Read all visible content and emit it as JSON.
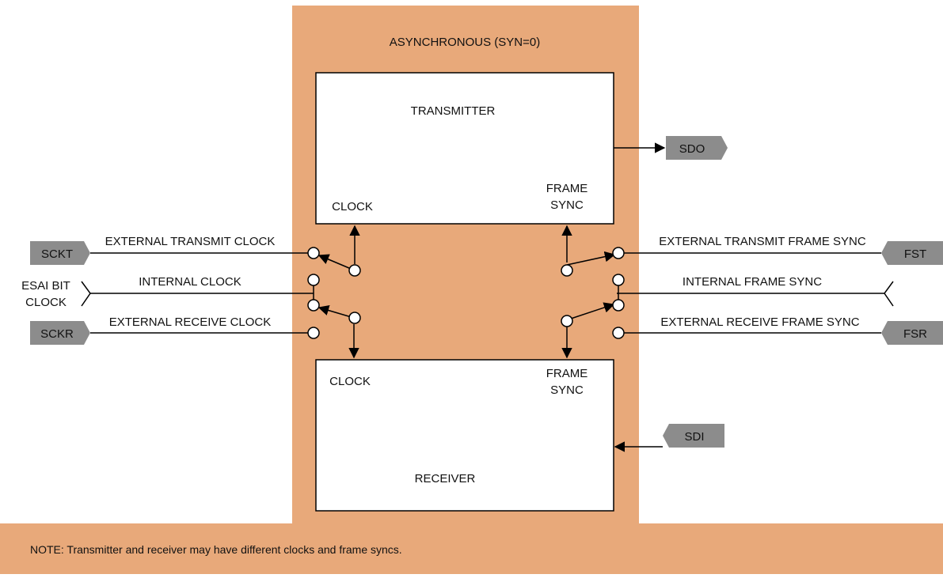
{
  "diagram": {
    "title": "ASYNCHRONOUS (SYN=0)",
    "transmitter": {
      "label": "TRANSMITTER",
      "clock": "CLOCK",
      "frame_sync_line1": "FRAME",
      "frame_sync_line2": "SYNC"
    },
    "receiver": {
      "label": "RECEIVER",
      "clock": "CLOCK",
      "frame_sync_line1": "FRAME",
      "frame_sync_line2": "SYNC"
    },
    "pins": {
      "sdo": "SDO",
      "sdi": "SDI",
      "sckt": "SCKT",
      "sckr": "SCKR",
      "fst": "FST",
      "fsr": "FSR",
      "esai_bit_line1": "ESAI BIT",
      "esai_bit_line2": "CLOCK"
    },
    "signals": {
      "ext_tx_clock": "EXTERNAL TRANSMIT CLOCK",
      "int_clock": "INTERNAL CLOCK",
      "ext_rx_clock": "EXTERNAL RECEIVE CLOCK",
      "ext_tx_fs": "EXTERNAL TRANSMIT FRAME SYNC",
      "int_fs": "INTERNAL FRAME SYNC",
      "ext_rx_fs": "EXTERNAL RECEIVE FRAME SYNC"
    },
    "note": "NOTE: Transmitter and receiver may have different clocks and frame syncs.",
    "colors": {
      "panel": "#e8a97a",
      "pin": "#8c8c8c",
      "line": "#000000",
      "box": "#ffffff"
    }
  }
}
